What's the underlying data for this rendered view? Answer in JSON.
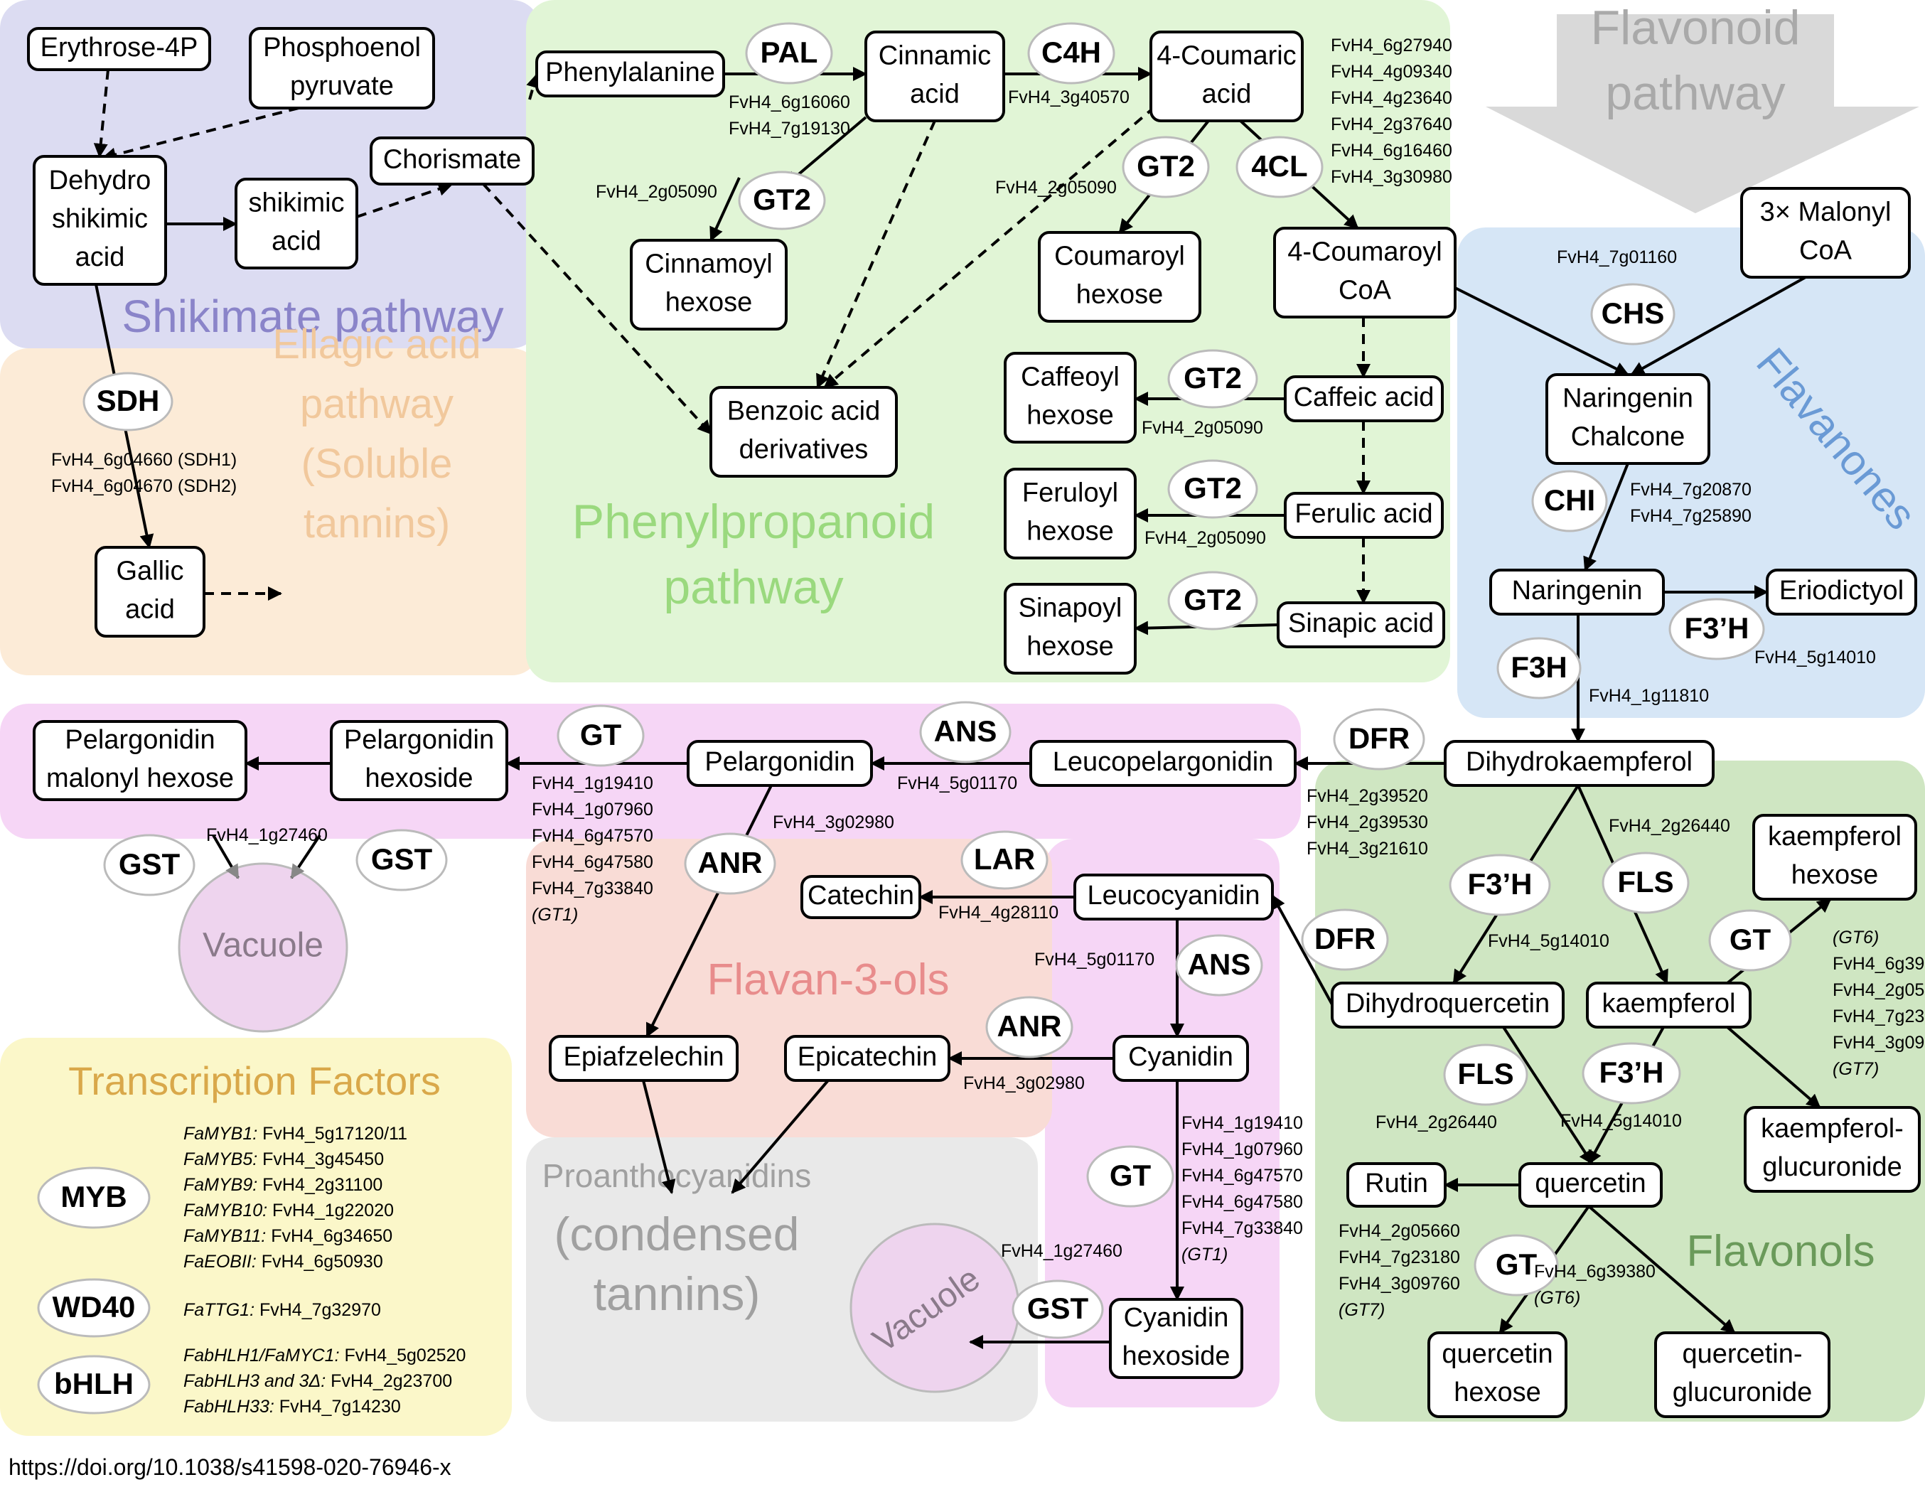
{
  "regions": [
    {
      "id": "shikimate",
      "label": [
        "Shikimate pathway"
      ],
      "color": "#8a84c9",
      "fill": "#dcdcf2"
    },
    {
      "id": "ellagic",
      "label": [
        "Ellagic acid",
        "pathway",
        "(Soluble",
        "tannins)"
      ],
      "color": "#f1c89c",
      "fill": "#fcebd7"
    },
    {
      "id": "phenylpropanoid",
      "label": [
        "Phenylpropanoid",
        "pathway"
      ],
      "color": "#9ad97e",
      "fill": "#e1f5d6"
    },
    {
      "id": "flavonoid",
      "label": [
        "Flavonoid",
        "pathway"
      ],
      "color": "#a9a9a9",
      "fill": "#d9d9d9"
    },
    {
      "id": "flavanones",
      "label": [
        "Flavanones"
      ],
      "color": "#6a9ad5",
      "fill": "#d6e6f6"
    },
    {
      "id": "anthocyanins",
      "label": [],
      "color": "#000000",
      "fill": "#f6d6f6"
    },
    {
      "id": "flavan3ols",
      "label": [
        "Flavan-3-ols"
      ],
      "color": "#e88c8c",
      "fill": "#f9dcd6"
    },
    {
      "id": "flavonols",
      "label": [
        "Flavonols"
      ],
      "color": "#6a9a5a",
      "fill": "#cfe6c2"
    },
    {
      "id": "proanthocyanidins",
      "label": [
        "Proanthocyanidins",
        "(condensed",
        "tannins)"
      ],
      "color": "#a0a0a0",
      "fill": "#e9e9e9"
    },
    {
      "id": "transcription",
      "label": [
        "Transcription Factors"
      ],
      "color": "#d9a84a",
      "fill": "#fbf7c9"
    },
    {
      "id": "vacuole",
      "label": [
        "Vacuole"
      ],
      "color": "#8a7a8a",
      "fill": "#eed4ee"
    }
  ],
  "compounds": {
    "erythrose4p": [
      "Erythrose-4P"
    ],
    "pep": [
      "Phosphoenol",
      "pyruvate"
    ],
    "dehydroshikimic": [
      "Dehydro",
      "shikimic",
      "acid"
    ],
    "shikimic": [
      "shikimic",
      "acid"
    ],
    "chorismate": [
      "Chorismate"
    ],
    "gallic": [
      "Gallic",
      "acid"
    ],
    "phenylalanine": [
      "Phenylalanine"
    ],
    "cinnamic": [
      "Cinnamic",
      "acid"
    ],
    "coumaric": [
      "4-Coumaric",
      "acid"
    ],
    "cinnamoylhexose": [
      "Cinnamoyl",
      "hexose"
    ],
    "coumaroylhexose": [
      "Coumaroyl",
      "hexose"
    ],
    "coumaroylcoa": [
      "4-Coumaroyl",
      "CoA"
    ],
    "malonylcoa": [
      "3× Malonyl",
      "CoA"
    ],
    "benzoic": [
      "Benzoic acid",
      "derivatives"
    ],
    "caffeoylhexose": [
      "Caffeoyl",
      "hexose"
    ],
    "caffeic": [
      "Caffeic acid"
    ],
    "feruloylhexose": [
      "Feruloyl",
      "hexose"
    ],
    "ferulic": [
      "Ferulic acid"
    ],
    "sinapoylhexose": [
      "Sinapoyl",
      "hexose"
    ],
    "sinapic": [
      "Sinapic acid"
    ],
    "naringeninchalcone": [
      "Naringenin",
      "Chalcone"
    ],
    "naringenin": [
      "Naringenin"
    ],
    "eriodictyol": [
      "Eriodictyol"
    ],
    "dihydrokaempferol": [
      "Dihydrokaempferol"
    ],
    "leucopelargonidin": [
      "Leucopelargonidin"
    ],
    "pelargonidin": [
      "Pelargonidin"
    ],
    "pelargonidinhexoside": [
      "Pelargonidin",
      "hexoside"
    ],
    "pelargonidinmalonyl": [
      "Pelargonidin",
      "malonyl hexose"
    ],
    "catechin": [
      "Catechin"
    ],
    "leucocyanidin": [
      "Leucocyanidin"
    ],
    "epiafzelechin": [
      "Epiafzelechin"
    ],
    "epicatechin": [
      "Epicatechin"
    ],
    "cyanidin": [
      "Cyanidin"
    ],
    "cyanidinhexoside": [
      "Cyanidin",
      "hexoside"
    ],
    "dihydroquercetin": [
      "Dihydroquercetin"
    ],
    "kaempferol": [
      "kaempferol"
    ],
    "kaempferolhexose": [
      "kaempferol",
      "hexose"
    ],
    "kaempferolglucuronide": [
      "kaempferol-",
      "glucuronide"
    ],
    "rutin": [
      "Rutin"
    ],
    "quercetin": [
      "quercetin"
    ],
    "quercetinhexose": [
      "quercetin",
      "hexose"
    ],
    "quercetinglucuronide": [
      "quercetin-",
      "glucuronide"
    ]
  },
  "enzymes": {
    "pal": "PAL",
    "c4h": "C4H",
    "gt2a": "GT2",
    "gt2b": "GT2",
    "cl4": "4CL",
    "gt2c": "GT2",
    "gt2d": "GT2",
    "gt2e": "GT2",
    "sdh": "SDH",
    "chs": "CHS",
    "chi": "CHI",
    "f3h": "F3H",
    "f3ph1": "F3’H",
    "dfr1": "DFR",
    "ans1": "ANS",
    "gt1": "GT",
    "gst1": "GST",
    "gst2": "GST",
    "anr1": "ANR",
    "lar": "LAR",
    "dfr2": "DFR",
    "ans2": "ANS",
    "anr2": "ANR",
    "gt3": "GT",
    "gst3": "GST",
    "f3ph2": "F3’H",
    "fls1": "FLS",
    "gt4": "GT",
    "fls2": "FLS",
    "f3ph3": "F3’H",
    "gt5": "GT"
  },
  "genes": {
    "pal": [
      "FvH4_6g16060",
      "FvH4_7g19130"
    ],
    "c4h": [
      "FvH4_3g40570"
    ],
    "cl4": [
      "FvH4_6g27940",
      "FvH4_4g09340",
      "FvH4_4g23640",
      "FvH4_2g37640",
      "FvH4_6g16460",
      "FvH4_3g30980"
    ],
    "gt2a": [
      "FvH4_2g05090"
    ],
    "gt2b": [
      "FvH4_2g05090"
    ],
    "gt2c": [
      "FvH4_2g05090"
    ],
    "gt2d": [
      "FvH4_2g05090"
    ],
    "sdh": [
      "FvH4_6g04660 (SDH1)",
      "FvH4_6g04670 (SDH2)"
    ],
    "chs": [
      "FvH4_7g01160"
    ],
    "chi": [
      "FvH4_7g20870",
      "FvH4_7g25890"
    ],
    "f3ph1": [
      "FvH4_5g14010"
    ],
    "f3h": [
      "FvH4_1g11810"
    ],
    "dfr1": [
      "FvH4_2g39520",
      "FvH4_2g39530",
      "FvH4_3g21610"
    ],
    "ans1": [
      "FvH4_5g01170"
    ],
    "gt1": [
      "FvH4_1g19410",
      "FvH4_1g07960",
      "FvH4_6g47570",
      "FvH4_6g47580",
      "FvH4_7g33840",
      "(GT1)"
    ],
    "anr1": [
      "FvH4_3g02980"
    ],
    "gst": [
      "FvH4_1g27460"
    ],
    "lar": [
      "FvH4_4g28110"
    ],
    "ans2": [
      "FvH4_5g01170"
    ],
    "anr2": [
      "FvH4_3g02980"
    ],
    "gt3": [
      "FvH4_1g19410",
      "FvH4_1g07960",
      "FvH4_6g47570",
      "FvH4_6g47580",
      "FvH4_7g33840",
      "(GT1)"
    ],
    "gst3": [
      "FvH4_1g27460"
    ],
    "fls1": [
      "FvH4_2g26440"
    ],
    "f3ph2": [
      "FvH4_5g14010"
    ],
    "gt4": [
      "(GT6)",
      "FvH4_6g39380",
      "FvH4_2g05660",
      "FvH4_7g23180",
      "FvH4_3g09760",
      "(GT7)"
    ],
    "fls2": [
      "FvH4_2g26440"
    ],
    "f3ph3": [
      "FvH4_5g14010"
    ],
    "gt5a": [
      "FvH4_2g05660",
      "FvH4_7g23180",
      "FvH4_3g09760",
      "(GT7)"
    ],
    "gt5b": [
      "FvH4_6g39380",
      "(GT6)"
    ]
  },
  "transcription_factors": [
    {
      "family": "MYB",
      "members": [
        "FaMYB1: FvH4_5g17120/11",
        "FaMYB5: FvH4_3g45450",
        "FaMYB9: FvH4_2g31100",
        "FaMYB10: FvH4_1g22020",
        "FaMYB11: FvH4_6g34650",
        "FaEOBII: FvH4_6g50930"
      ]
    },
    {
      "family": "WD40",
      "members": [
        "FaTTG1: FvH4_7g32970"
      ]
    },
    {
      "family": "bHLH",
      "members": [
        "FabHLH1/FaMYC1: FvH4_5g02520",
        "FabHLH3 and 3Δ: FvH4_2g23700",
        "FabHLH33:  FvH4_7g14230"
      ]
    }
  ],
  "source": "https://doi.org/10.1038/s41598-020-76946-x"
}
